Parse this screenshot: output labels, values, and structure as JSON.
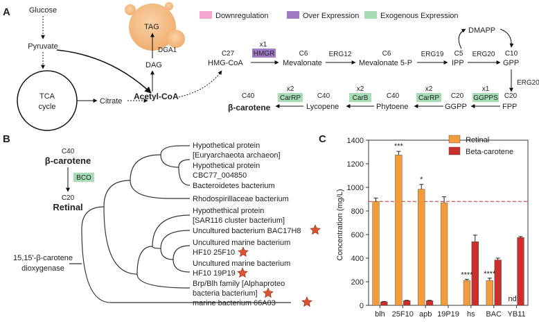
{
  "panel_a": {
    "letter": "A",
    "legend": {
      "down": "Downregulation",
      "over": "Over Expression",
      "exo": "Exogenous Expression",
      "colors": {
        "down": "#f4a6cf",
        "over": "#a07cc5",
        "exo": "#a8dcb4"
      }
    },
    "glucose": "Glucose",
    "pyruvate": "Pyruvate",
    "tca1": "TCA",
    "tca2": "cycle",
    "citrate": "Citrate",
    "acetyl": "Acetyl-CoA",
    "tag": "TAG",
    "dga1": "DGA1",
    "dag": "DAG",
    "dmapp": "DMAPP",
    "hmg_top": "C27",
    "hmg": "HMG-CoA",
    "hmgr_x": "x1",
    "hmgr": "HMGR",
    "mev_top": "C6",
    "mev": "Mevalonate",
    "erg12": "ERG12",
    "mev5p_top": "C6",
    "mev5p": "Mevalonate 5-P",
    "erg19": "ERG19",
    "ipp_top": "C5",
    "ipp": "IPP",
    "erg20a": "ERG20",
    "gpp_top": "C10",
    "gpp": "GPP",
    "erg20b": "ERG20",
    "fpp_top": "C20",
    "fpp": "FPP",
    "ggpps_x": "x1",
    "ggpps": "GGPPS",
    "ggpp_top": "C20",
    "ggpp": "GGPP",
    "carrp1_x": "x2",
    "carrp1": "CarRP",
    "phyt_top": "C40",
    "phyt": "Phytoene",
    "carb_x": "x2",
    "carb": "CarB",
    "lyc_top": "C40",
    "lyc": "Lycopene",
    "carrp2_x": "x2",
    "carrp2": "CarRP",
    "bcar_top": "C40",
    "bcar": "β-carotene"
  },
  "panel_b": {
    "letter": "B",
    "c40": "C40",
    "bcar": "β-carotene",
    "bco": "BCO",
    "c20": "C20",
    "retinal": "Retinal",
    "enzyme1": "15,15'-β-carotene",
    "enzyme2": "dioxygenase",
    "leaves": [
      {
        "l1": "Hypothetical protein",
        "l2": "[Euryarchaeota archaeon]"
      },
      {
        "l1": "Hypothetical protein",
        "l2": "CBC77_004850"
      },
      {
        "l1": "Bacteroidetes bacterium",
        "l2": ""
      },
      {
        "l1": "Rhodospirillaceae bacterium",
        "l2": ""
      },
      {
        "l1": "Hypothethical protein",
        "l2": "[SAR116 cluster bacterium]"
      },
      {
        "l1": "Uncultured bacterium BAC17H8",
        "l2": ""
      },
      {
        "l1": "Uncultured marine bacterium",
        "l2": "HF10 25F10"
      },
      {
        "l1": "Uncultured marine bacterium",
        "l2": "HF10 19P19"
      },
      {
        "l1": "Brp/Blh family [Alphaproteo",
        "l2": "bacteria bacterium]"
      },
      {
        "l1": "marine bacterium 66A03",
        "l2": ""
      }
    ],
    "star_color": "#e0522f"
  },
  "chart_data": {
    "letter": "C",
    "type": "bar",
    "categories": [
      "blh",
      "25F10",
      "apb",
      "19P19",
      "hs",
      "BAC",
      "YB11"
    ],
    "series": [
      {
        "name": "Retinal",
        "color": "#f39c3c",
        "values": [
          880,
          1275,
          985,
          870,
          210,
          210,
          0
        ],
        "errors": [
          30,
          30,
          40,
          50,
          10,
          20,
          0
        ]
      },
      {
        "name": "Beta-carotene",
        "color": "#c9302c",
        "values": [
          30,
          40,
          40,
          0,
          540,
          385,
          575
        ],
        "errors": [
          3,
          3,
          3,
          0,
          55,
          15,
          8
        ]
      }
    ],
    "ylabel": "Concentration (mg/L)",
    "ylim": [
      0,
      1400
    ],
    "yticks": [
      0,
      200,
      400,
      600,
      800,
      1000,
      1200,
      1400
    ],
    "reference_line": 880,
    "annotations": [
      {
        "category": "25F10",
        "text": "***"
      },
      {
        "category": "apb",
        "text": "*"
      },
      {
        "category": "hs",
        "text": "****"
      },
      {
        "category": "BAC",
        "text": "****"
      },
      {
        "category": "YB11",
        "text": "nd"
      }
    ],
    "legend_position": "top-right"
  }
}
